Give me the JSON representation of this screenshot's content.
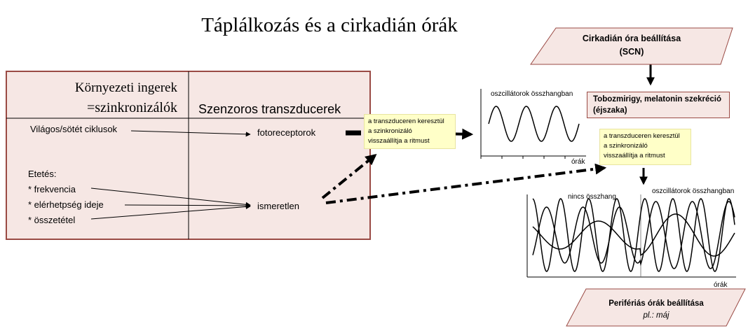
{
  "title": "Táplálkozás és a cirkadián órák",
  "table": {
    "header_left_line1": "Környezeti ingerek",
    "header_left_line2": "=szinkronizálók",
    "header_right": "Szenzoros transzducerek",
    "light_cycle": "Világos/sötét ciklusok",
    "feeding": "Etetés:",
    "feeding_items": [
      "* frekvencia",
      "* elérhetpség ideje",
      "* összetétel"
    ],
    "photoreceptors": "fotoreceptorok",
    "unknown": "ismeretlen"
  },
  "note1": [
    "a transzduceren keresztül",
    "a szinkronizáló",
    "visszaállítja a ritmust"
  ],
  "note2": [
    "a transzduceren keresztül",
    "a szinkronizáló",
    "visszaállítja a ritmust"
  ],
  "plot_small": {
    "label": "oszcillátorok összhangban",
    "xlabel": "órák"
  },
  "plot_large": {
    "label_left": "nincs összhang",
    "label_right": "oszcillátorok összhangban",
    "xlabel": "órák"
  },
  "central_clock": {
    "line1": "Cirkadián óra beállítása",
    "line2": "(SCN)"
  },
  "pineal": {
    "line1": "Tobozmirigy, melatonin szekréció",
    "line2": "(éjszaka)"
  },
  "peripheral": {
    "line1": "Perifériás órák beállítása",
    "line2": "pl.: máj"
  },
  "colors": {
    "box_fill": "#f6e7e4",
    "box_border": "#9a4a44",
    "note_fill": "#ffffc8"
  }
}
